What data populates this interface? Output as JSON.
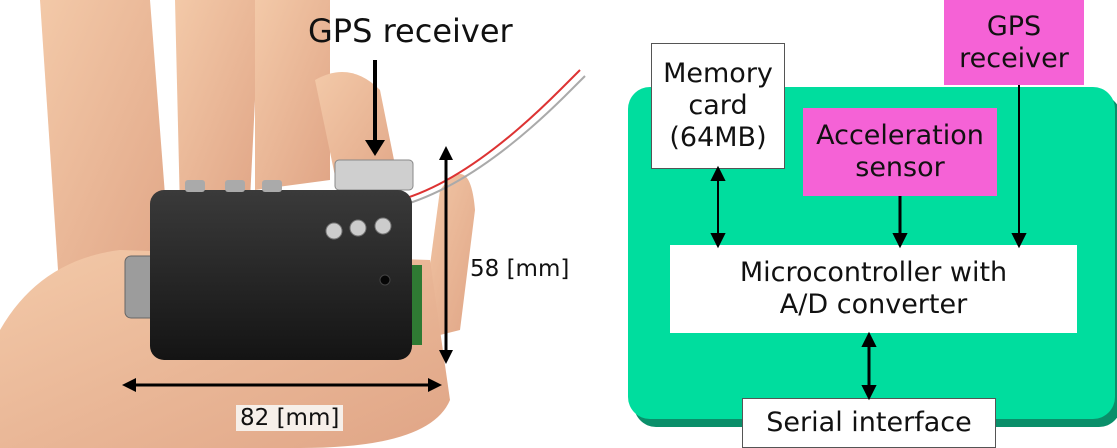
{
  "photo": {
    "gps_label": "GPS receiver",
    "height_label": "58 [mm]",
    "width_label": "82 [mm]"
  },
  "diagram": {
    "memory_card": [
      "Memory",
      "card",
      "(64MB)"
    ],
    "acceleration_sensor": [
      "Acceleration",
      "sensor"
    ],
    "gps_receiver": [
      "GPS",
      "receiver"
    ],
    "microcontroller": [
      "Microcontroller with",
      "A/D converter"
    ],
    "serial_interface": "Serial interface",
    "colors": {
      "board": "#00dd9e",
      "board_shadow": "#0a8f6a",
      "sensor_fill": "#f562d6",
      "box_fill": "#ffffff"
    }
  }
}
